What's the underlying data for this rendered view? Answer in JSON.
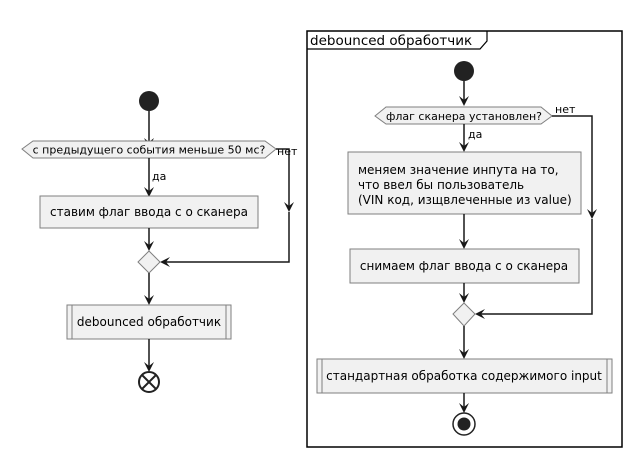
{
  "main_flow": {
    "decision": {
      "question": "с предыдущего события меньше 50 мс?",
      "yes_label": "да",
      "no_label": "нет"
    },
    "action_set_flag": "ставим флаг ввода с о сканера",
    "subprocess_call": "debounced обработчик"
  },
  "debounced_partition": {
    "title": "debounced обработчик",
    "decision": {
      "question": "флаг сканера установлен?",
      "yes_label": "да",
      "no_label": "нет"
    },
    "action_change_value": {
      "lines": [
        "меняем значение инпута на то,",
        "что ввел бы пользователь",
        "(VIN код, изщвлеченные из value)"
      ]
    },
    "action_clear_flag": "снимаем флаг ввода с о сканера",
    "subprocess_call": "стандартная обработка содержимого input"
  }
}
